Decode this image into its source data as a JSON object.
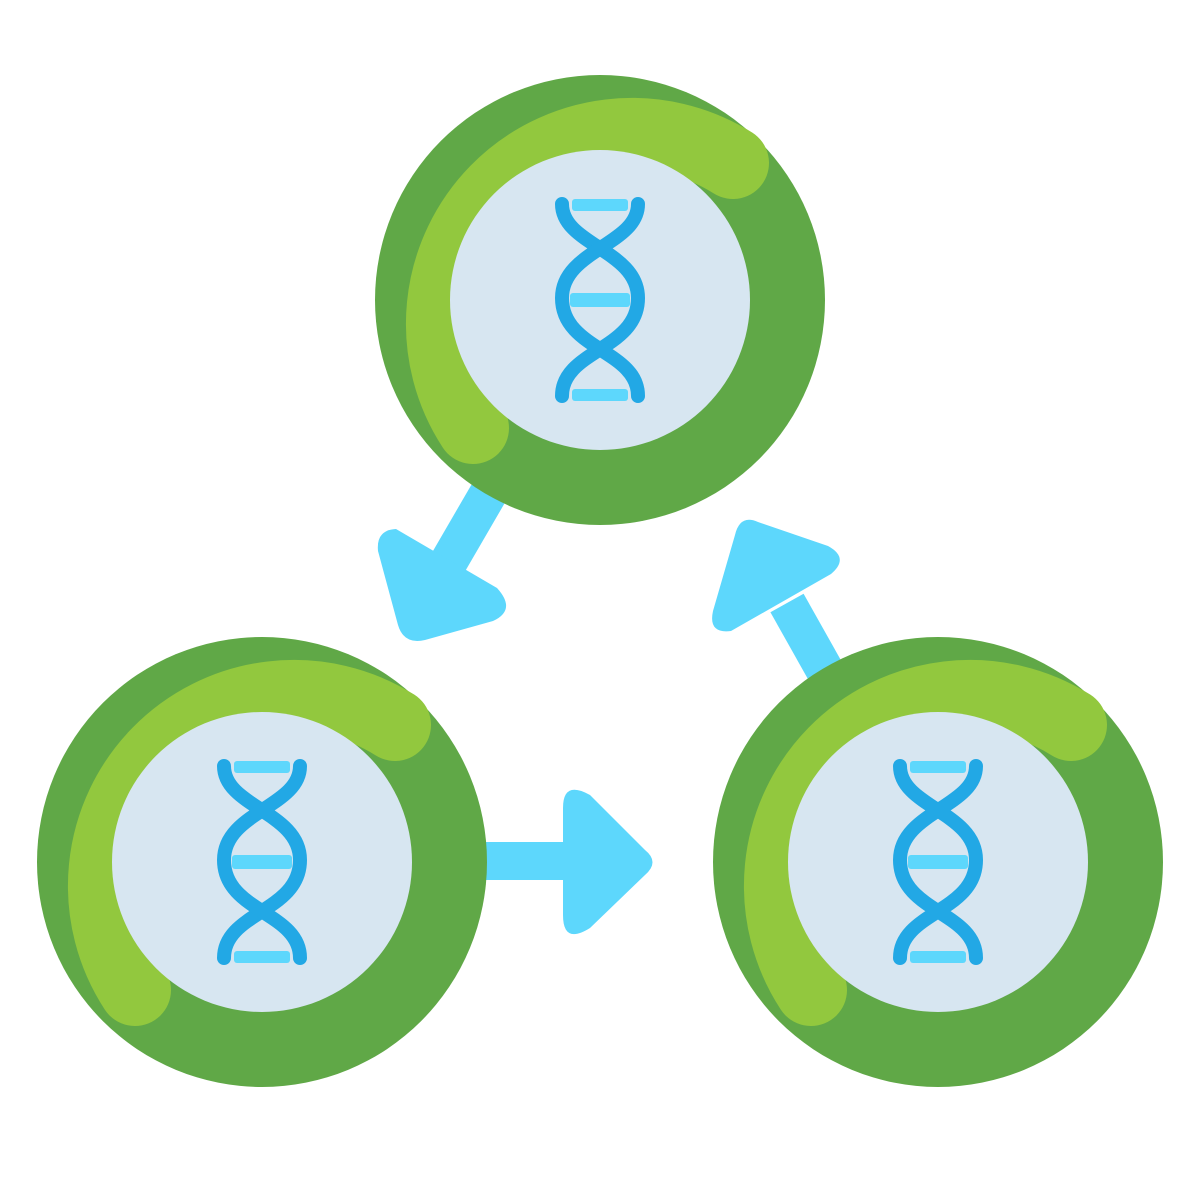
{
  "colors": {
    "background": "#ffffff",
    "ring_dark": "#60a847",
    "ring_light": "#92c83e",
    "cell_fill": "#d7e6f1",
    "arrow": "#5dd7fc",
    "dna_strand": "#22a8e5",
    "dna_rung": "#5dd7fc"
  },
  "nodes": [
    {
      "id": "top",
      "icon": "dna-icon"
    },
    {
      "id": "bottom-left",
      "icon": "dna-icon"
    },
    {
      "id": "bottom-right",
      "icon": "dna-icon"
    }
  ],
  "edges": [
    {
      "from": "top",
      "to": "bottom-left",
      "icon": "arrow-icon"
    },
    {
      "from": "bottom-left",
      "to": "bottom-right",
      "icon": "arrow-icon"
    },
    {
      "from": "bottom-right",
      "to": "top",
      "icon": "arrow-icon"
    }
  ]
}
